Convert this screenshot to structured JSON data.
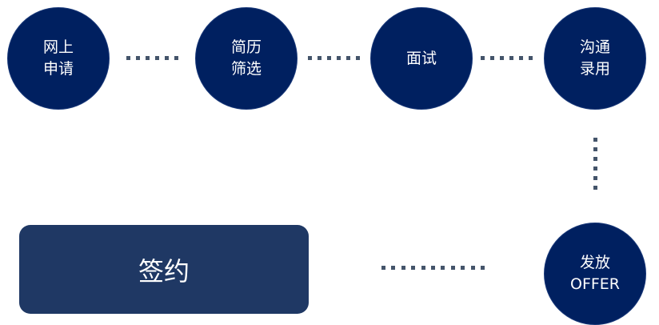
{
  "steps": [
    {
      "label": "网上\n申请"
    },
    {
      "label": "简历\n筛选"
    },
    {
      "label": "面试"
    },
    {
      "label": "沟通\n录用"
    },
    {
      "label": "发放\nOFFER"
    }
  ],
  "final_step": {
    "label": "签约"
  },
  "colors": {
    "circle": "#002060",
    "final": "#1f3864",
    "connector": "#44546a"
  }
}
